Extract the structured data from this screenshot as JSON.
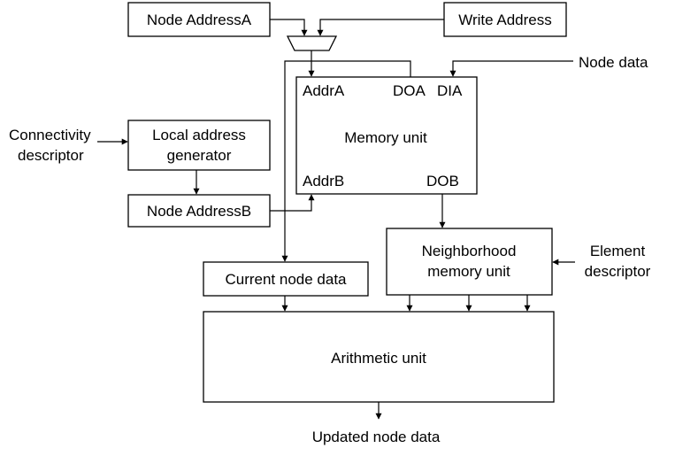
{
  "blocks": {
    "node_address_a": "Node AddressA",
    "write_address": "Write Address",
    "memory_unit": {
      "title": "Memory unit",
      "port_addr_a": "AddrA",
      "port_doa": "DOA",
      "port_dia": "DIA",
      "port_addr_b": "AddrB",
      "port_dob": "DOB"
    },
    "local_address_generator": [
      "Local address",
      "generator"
    ],
    "node_address_b": "Node AddressB",
    "current_node_data": "Current node data",
    "neighborhood_memory_unit": [
      "Neighborhood",
      "memory unit"
    ],
    "arithmetic_unit": "Arithmetic unit"
  },
  "external_inputs": {
    "node_data": "Node data",
    "connectivity_descriptor": [
      "Connectivity",
      "descriptor"
    ],
    "element_descriptor": [
      "Element",
      "descriptor"
    ]
  },
  "outputs": {
    "updated_node_data": "Updated node data"
  }
}
